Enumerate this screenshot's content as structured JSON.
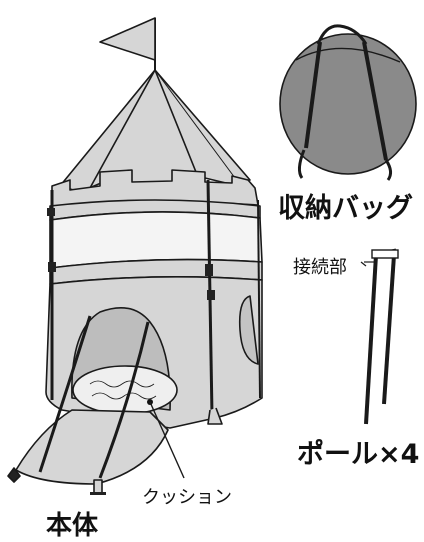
{
  "labels": {
    "storage_bag": "収納バッグ",
    "joint": "接続部",
    "poles": "ポール×4",
    "cushion": "クッション",
    "main_body": "本体"
  },
  "colors": {
    "tent_fabric": "#d6d6d6",
    "mesh_window": "#f4f4f4",
    "bag_fabric": "#8a8a8a",
    "outline": "#1a1a1a",
    "pole": "#222222"
  }
}
